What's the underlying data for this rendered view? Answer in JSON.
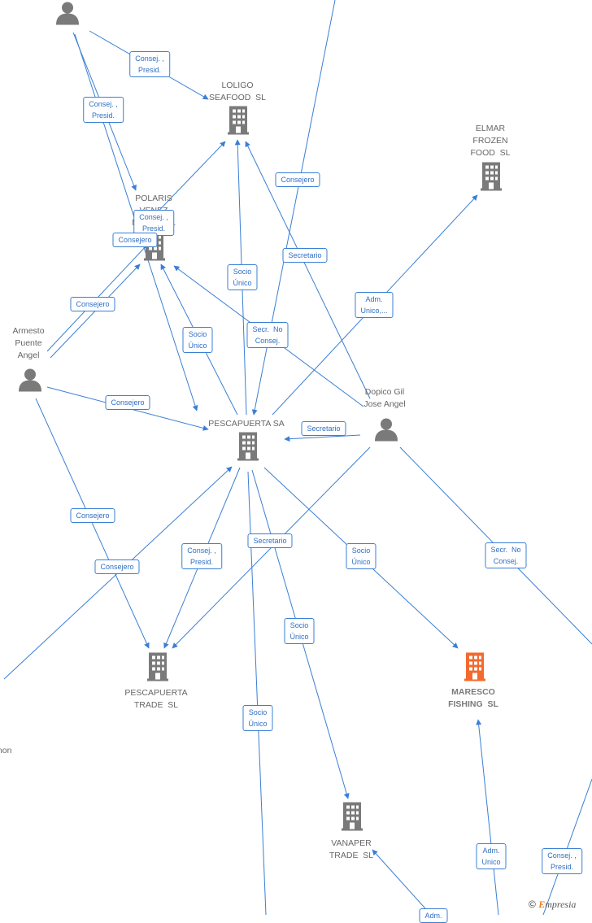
{
  "companies": {
    "loligo": {
      "name": "LOLIGO\nSEAFOOD  SL",
      "highlight": false
    },
    "elmar": {
      "name": "ELMAR\nFROZEN\nFOOD  SL",
      "highlight": false
    },
    "polaris": {
      "name": "POLARIS\nVENEZ\nM           SL",
      "highlight": false
    },
    "pescapuerta_sa": {
      "name": "PESCAPUERTA SA",
      "highlight": false
    },
    "pescapuerta_trade": {
      "name": "PESCAPUERTA\nTRADE  SL",
      "highlight": false
    },
    "maresco": {
      "name": "MARESCO\nFISHING  SL",
      "highlight": true
    },
    "vanaper": {
      "name": "VANAPER\nTRADE  SL",
      "highlight": false
    }
  },
  "persons": {
    "top_person": {
      "name": ""
    },
    "armesto": {
      "name": "Armesto\nPuente\nAngel"
    },
    "dopico": {
      "name": "Dopico Gil\nJose Angel"
    },
    "left_partial": {
      "name": "a\nmon"
    }
  },
  "edge_labels": {
    "l1": "Consej. ,\nPresid.",
    "l2": "Consej. ,\nPresid.",
    "l3": "Consej. ,\nPresid.",
    "l4": "Consejero",
    "l5": "Consejero",
    "l6": "Consejero",
    "l7": "Socio\nÚnico",
    "l8": "Secretario",
    "l9": "Socio\nÚnico",
    "l10": "Secr.  No\nConsej.",
    "l11": "Adm.\nUnico,...",
    "l12": "Consejero",
    "l13": "Secretario",
    "l14": "Consejero",
    "l15": "Consejero",
    "l16": "Consej. ,\nPresid.",
    "l17": "Secretario",
    "l18": "Socio\nÚnico",
    "l19": "Secr.  No\nConsej.",
    "l20": "Socio\nÚnico",
    "l21": "Socio\nÚnico",
    "l22": "Adm.\nUnico",
    "l23": "Consej. ,\nPresid.",
    "l24": "Adm."
  },
  "footer": {
    "symbol": "©",
    "brand_initial": "E",
    "brand_rest": "mpresia"
  },
  "colors": {
    "edge": "#3a7fd5",
    "company": "#7a7a7a",
    "company_highlight": "#f26a2e",
    "person": "#7a7a7a"
  }
}
